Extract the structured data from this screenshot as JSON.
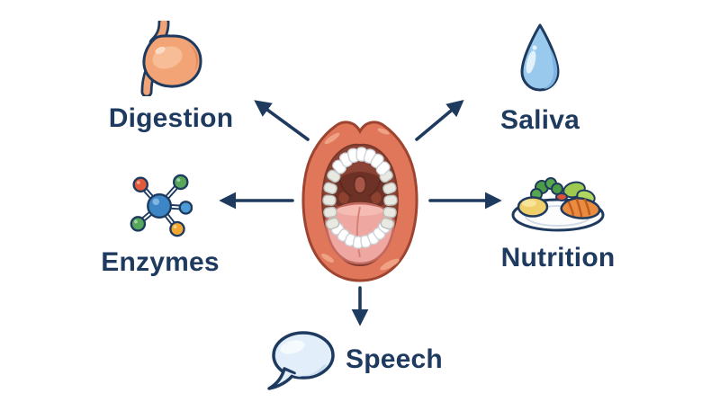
{
  "diagram": {
    "center": {
      "name": "mouth",
      "icon": "open-mouth-icon"
    },
    "nodes": [
      {
        "id": "digestion",
        "label": "Digestion",
        "icon": "stomach-icon",
        "position": "top-left"
      },
      {
        "id": "saliva",
        "label": "Saliva",
        "icon": "water-drop-icon",
        "position": "top-right"
      },
      {
        "id": "enzymes",
        "label": "Enzymes",
        "icon": "molecule-icon",
        "position": "mid-left"
      },
      {
        "id": "nutrition",
        "label": "Nutrition",
        "icon": "food-plate-icon",
        "position": "mid-right"
      },
      {
        "id": "speech",
        "label": "Speech",
        "icon": "speech-bubble-icon",
        "position": "bottom-center"
      }
    ],
    "arrows": [
      {
        "from": "mouth",
        "to": "digestion",
        "direction": "up-left"
      },
      {
        "from": "mouth",
        "to": "saliva",
        "direction": "up-right"
      },
      {
        "from": "mouth",
        "to": "enzymes",
        "direction": "left"
      },
      {
        "from": "mouth",
        "to": "nutrition",
        "direction": "right"
      },
      {
        "from": "mouth",
        "to": "speech",
        "direction": "down"
      }
    ],
    "colors": {
      "text": "#1e3a5f",
      "arrow": "#1e3a5f",
      "background": "#ffffff"
    }
  }
}
